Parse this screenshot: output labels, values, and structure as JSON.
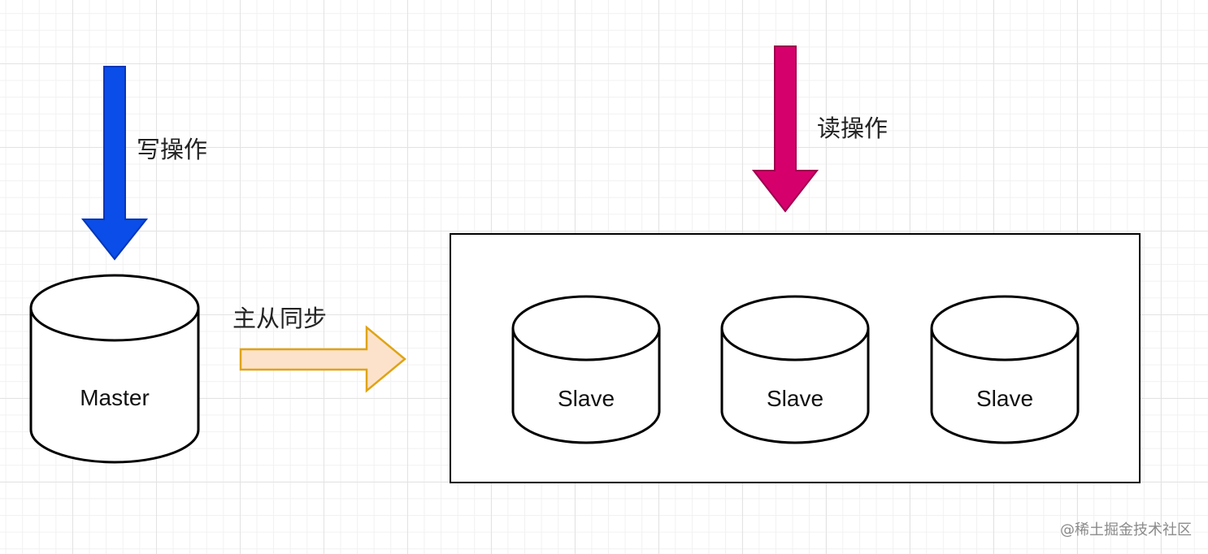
{
  "diagram": {
    "write": {
      "label": "写操作",
      "color": "#0a4de8"
    },
    "read": {
      "label": "读操作",
      "color": "#d6006d"
    },
    "sync": {
      "label": "主从同步",
      "fill": "#fde2cb",
      "stroke": "#dfa415"
    },
    "master": {
      "label": "Master"
    },
    "slaves": [
      {
        "label": "Slave"
      },
      {
        "label": "Slave"
      },
      {
        "label": "Slave"
      }
    ]
  },
  "watermark": "@稀土掘金技术社区"
}
